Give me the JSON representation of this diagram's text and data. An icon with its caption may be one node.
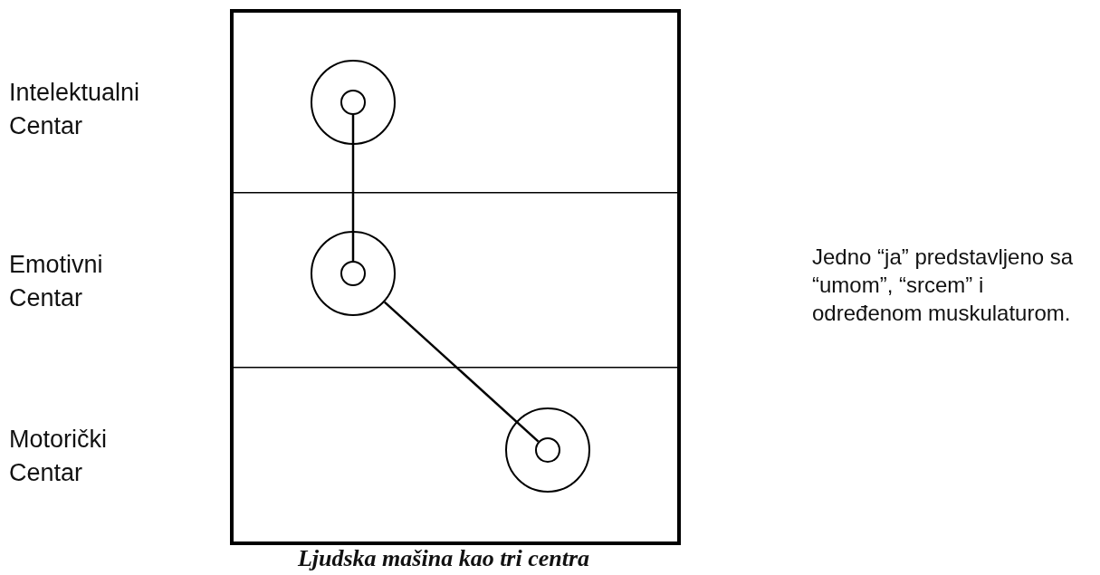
{
  "diagram": {
    "caption": "Ljudska mašina kao tri centra",
    "nodes": [
      {
        "text": [
          "Intelektualni Centar"
        ]
      },
      {
        "text": [
          "Emotivni Centar"
        ]
      },
      {
        "text": [
          "Motorički Centar"
        ]
      },
      {
        "text": [],
        "shape": "circle",
        "in": 0
      },
      {
        "text": [],
        "shape": "circle",
        "in": 3
      },
      {
        "text": [],
        "shape": "circle",
        "in": 1
      },
      {
        "text": [],
        "shape": "circle",
        "in": 5
      },
      {
        "text": [],
        "shape": "circle",
        "in": 2
      },
      {
        "text": [],
        "shape": "circle",
        "in": 7
      }
    ],
    "edges": [
      {
        "from": 4,
        "to": 6,
        "arrow": "none"
      },
      {
        "from": 5,
        "to": 8,
        "arrow": "none"
      }
    ],
    "labels": [
      "Jedno “ja” predstavljeno sa “umom”, “srcem” i određenom muskulaturom."
    ]
  }
}
